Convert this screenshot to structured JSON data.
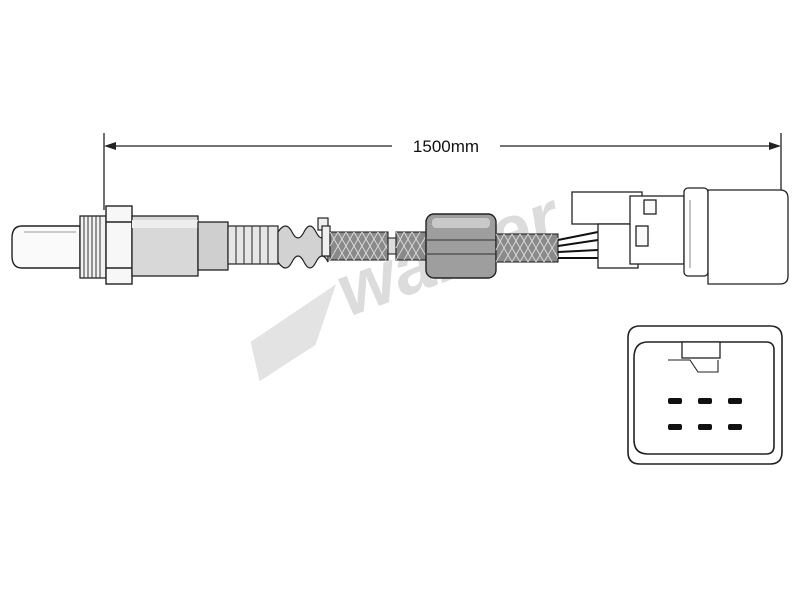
{
  "dimension": {
    "label": "1500mm"
  },
  "watermark": {
    "text": "walker",
    "color": "#dcdcdc"
  },
  "connector_pins": {
    "top_row": 3,
    "bottom_row": 3
  },
  "colors": {
    "line": "#222222",
    "shade": "#bdbdbd",
    "braid": "#7a7a7a"
  }
}
